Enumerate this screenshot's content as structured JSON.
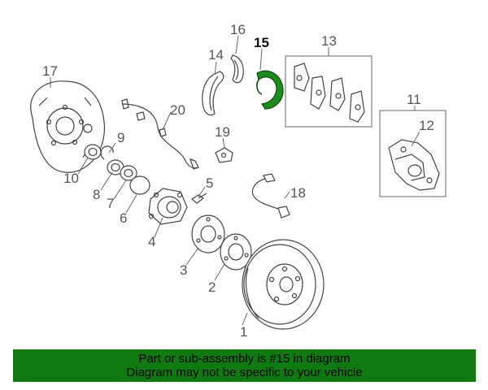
{
  "callouts": {
    "c1": "1",
    "c2": "2",
    "c3": "3",
    "c4": "4",
    "c5": "5",
    "c6": "6",
    "c7": "7",
    "c8": "8",
    "c9": "9",
    "c10": "10",
    "c11": "11",
    "c12": "12",
    "c13": "13",
    "c14": "14",
    "c15": "15",
    "c16": "16",
    "c17": "17",
    "c18": "18",
    "c19": "19",
    "c20": "20"
  },
  "banner": {
    "line1": "Part or sub-assembly is #15 in diagram",
    "line2": "Diagram may not be specific to your vehicle"
  },
  "colors": {
    "banner_bg": "#0f7a0f",
    "highlight_part": "#1e8a1e"
  }
}
